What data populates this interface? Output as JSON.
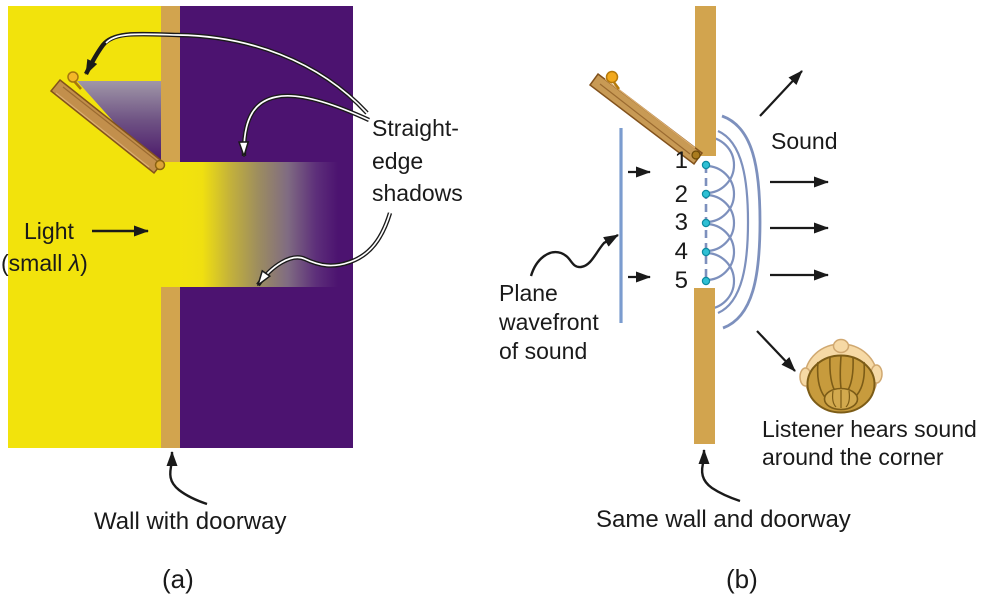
{
  "figure": {
    "description_left": "light through a doorway casting straight-edge shadows",
    "description_right": "sound diffracting through the same doorway"
  },
  "colors": {
    "light_yellow": "#f2e30c",
    "shadow_purple": "#4c1370",
    "wall_tan": "#d2a44e",
    "door_wood": "#c28f4c",
    "door_edge": "#82521c",
    "knob_gold": "#f4b728",
    "wave_blue": "#7d90bd",
    "wavefront_blue": "#7b9ccf",
    "dot_teal": "#2fc0d4",
    "skin": "#f6d9a5",
    "hair": "#c79b3d",
    "ink": "#1a1a1a"
  },
  "panel_a": {
    "caption": "(a)",
    "light_label": "Light",
    "lambda_label": {
      "pre": "(small ",
      "lambda": "λ",
      "post": ")"
    },
    "straight_edge_lines": [
      "Straight-",
      "edge",
      "shadows"
    ],
    "wall_label": "Wall with doorway"
  },
  "panel_b": {
    "caption": "(b)",
    "sound_label": "Sound",
    "wavefront_points": [
      "1",
      "2",
      "3",
      "4",
      "5"
    ],
    "plane_wavefront_lines": [
      "Plane",
      "wavefront",
      "of sound"
    ],
    "listener_lines": [
      "Listener hears sound",
      "around the corner"
    ],
    "wall_label": "Same wall and doorway"
  }
}
